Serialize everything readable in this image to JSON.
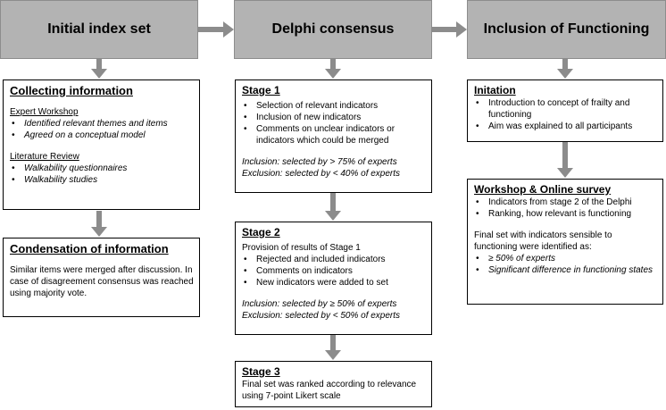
{
  "headers": {
    "initial": "Initial index set",
    "delphi": "Delphi consensus",
    "functioning": "Inclusion of Functioning"
  },
  "collecting": {
    "title": "Collecting information",
    "workshop_title": "Expert Workshop",
    "workshop_items": [
      "Identified relevant themes and items",
      "Agreed on a conceptual model"
    ],
    "literature_title": "Literature Review",
    "literature_items": [
      "Walkability questionnaires",
      "Walkability studies"
    ]
  },
  "condensation": {
    "title": "Condensation of information",
    "text": "Similar items were merged after discussion. In case of disagreement consensus was reached using majority vote."
  },
  "stage1": {
    "title": "Stage 1",
    "items": [
      "Selection of relevant indicators",
      "Inclusion of new indicators",
      "Comments on unclear indicators or indicators which could be merged"
    ],
    "inclusion": "Inclusion:  selected by > 75% of experts",
    "exclusion": "Exclusion: selected by < 40% of experts"
  },
  "stage2": {
    "title": "Stage 2",
    "intro": "Provision of results of Stage 1",
    "items": [
      "Rejected and included indicators",
      "Comments on indicators",
      "New indicators were added to set"
    ],
    "inclusion": "Inclusion:  selected by ≥ 50% of experts",
    "exclusion": "Exclusion: selected by < 50% of experts"
  },
  "stage3": {
    "title": "Stage 3",
    "text": "Final set was ranked according to relevance using 7-point Likert scale"
  },
  "initiation": {
    "title": "Initation",
    "items": [
      "Introduction to concept of frailty and functioning",
      "Aim was explained to all participants"
    ]
  },
  "workshop": {
    "title": "Workshop & Online survey",
    "items": [
      "Indicators from stage 2 of the Delphi",
      "Ranking, how relevant is functioning"
    ],
    "text": "Final set with indicators sensible to functioning were identified as:",
    "criteria": [
      "≥ 50% of experts",
      "Significant difference in functioning states"
    ]
  },
  "colors": {
    "header_fill": "#b3b3b3",
    "arrow": "#8c8c8c"
  }
}
